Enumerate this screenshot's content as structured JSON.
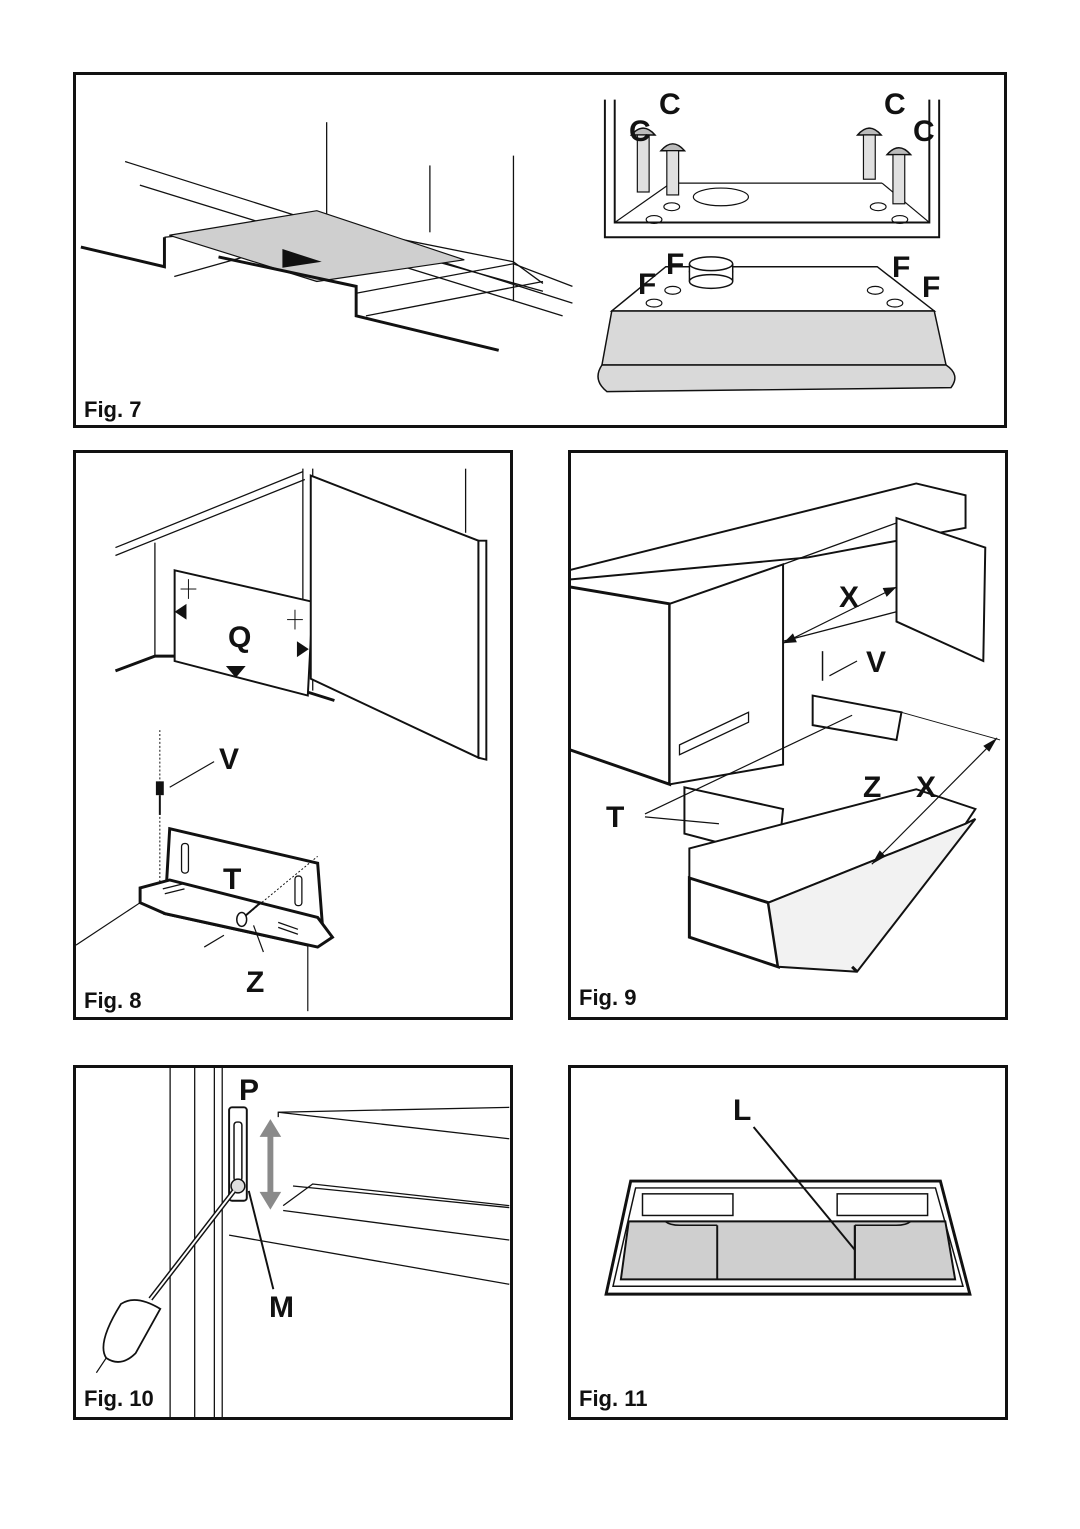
{
  "figures": {
    "fig7": {
      "caption": "Fig. 7",
      "labels": {
        "c1": "C",
        "c2": "C",
        "c3": "C",
        "c4": "C",
        "f1": "F",
        "f2": "F",
        "f3": "F",
        "f4": "F"
      }
    },
    "fig8": {
      "caption": "Fig. 8",
      "labels": {
        "q": "Q",
        "v": "V",
        "t": "T",
        "z": "Z"
      }
    },
    "fig9": {
      "caption": "Fig. 9",
      "labels": {
        "x1": "X",
        "v": "V",
        "z": "Z",
        "x2": "X",
        "t": "T"
      }
    },
    "fig10": {
      "caption": "Fig. 10",
      "labels": {
        "p": "P",
        "m": "M"
      }
    },
    "fig11": {
      "caption": "Fig. 11",
      "labels": {
        "l": "L"
      }
    }
  },
  "colors": {
    "line": "#111111",
    "fill_grey": "#cfcfcf",
    "fill_light": "#e4e4e4",
    "arrow_grey": "#8a8a8a"
  }
}
